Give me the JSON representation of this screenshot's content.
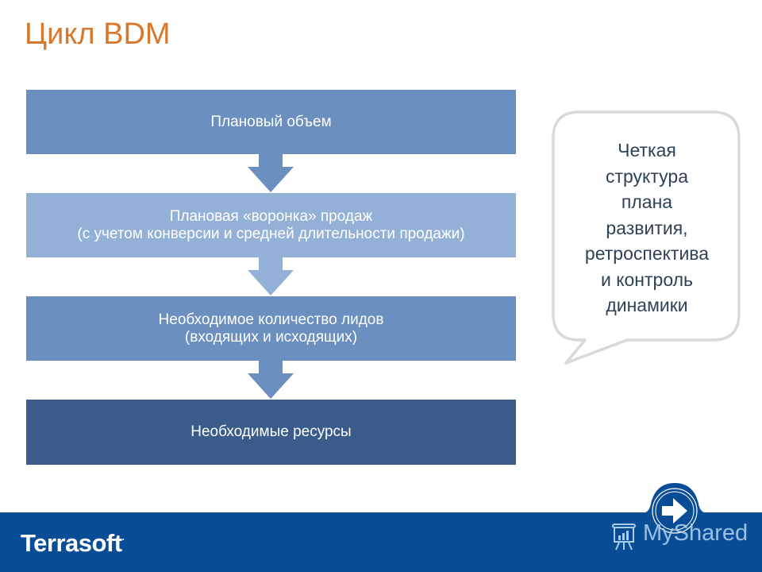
{
  "slide": {
    "title": "Цикл BDM",
    "colors": {
      "title": "#d9782d",
      "step_mid": "#6b8fbf",
      "step_light": "#93b0d6",
      "step_dark": "#3a5c8a",
      "footer": "#0a4d97",
      "callout_border": "#d9d9d9",
      "callout_text": "#2e4257"
    }
  },
  "flow": {
    "steps": [
      {
        "label": "Плановый объем"
      },
      {
        "label": "Плановая «воронка» продаж\n(с учетом конверсии и средней длительности продажи)"
      },
      {
        "label": "Необходимое количество лидов\n(входящих и исходящих)"
      },
      {
        "label": "Необходимые ресурсы"
      }
    ]
  },
  "callout": {
    "text": "Четкая\nструктура\nплана\nразвития,\nретроспектива\nи контроль\nдинамики"
  },
  "footer": {
    "logo": "Terrasoft",
    "logo_mark": "·",
    "watermark": "MyShared",
    "next_icon": "arrow-right-icon"
  }
}
